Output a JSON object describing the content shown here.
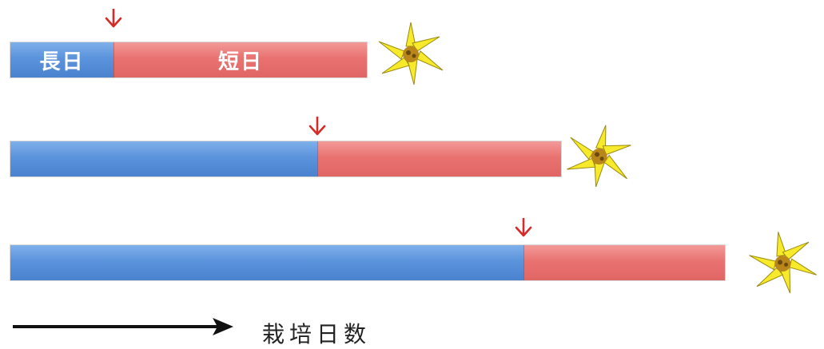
{
  "diagram": {
    "rows": [
      {
        "long_day_label": "長日",
        "short_day_label": "短日"
      },
      {
        "long_day_label": "",
        "short_day_label": ""
      },
      {
        "long_day_label": "",
        "short_day_label": ""
      }
    ],
    "axis_label": "栽培日数"
  },
  "colors": {
    "long_day": "#5b93dc",
    "short_day": "#e97270",
    "marker": "#d42a2a",
    "flower_petal": "#f7ea2a",
    "flower_center": "#b8861b"
  },
  "icons": [
    "switch-marker-arrow-icon",
    "flower-icon",
    "axis-arrow-icon"
  ]
}
